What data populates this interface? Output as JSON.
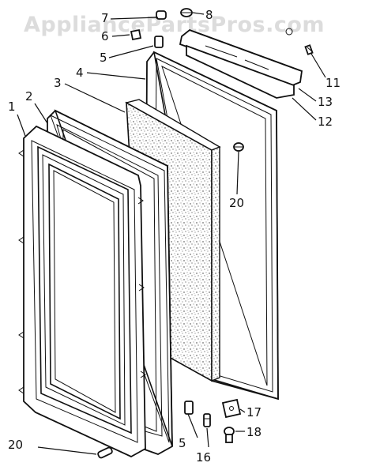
{
  "watermark": "AppliancePartsPros.com",
  "callouts": {
    "c1": "1",
    "c2": "2",
    "c3": "3",
    "c4": "4",
    "c5a": "5",
    "c5b": "5",
    "c6": "6",
    "c7": "7",
    "c8": "8",
    "c11": "11",
    "c12": "12",
    "c13": "13",
    "c16": "16",
    "c17": "17",
    "c18": "18",
    "c20a": "20",
    "c20b": "20"
  }
}
